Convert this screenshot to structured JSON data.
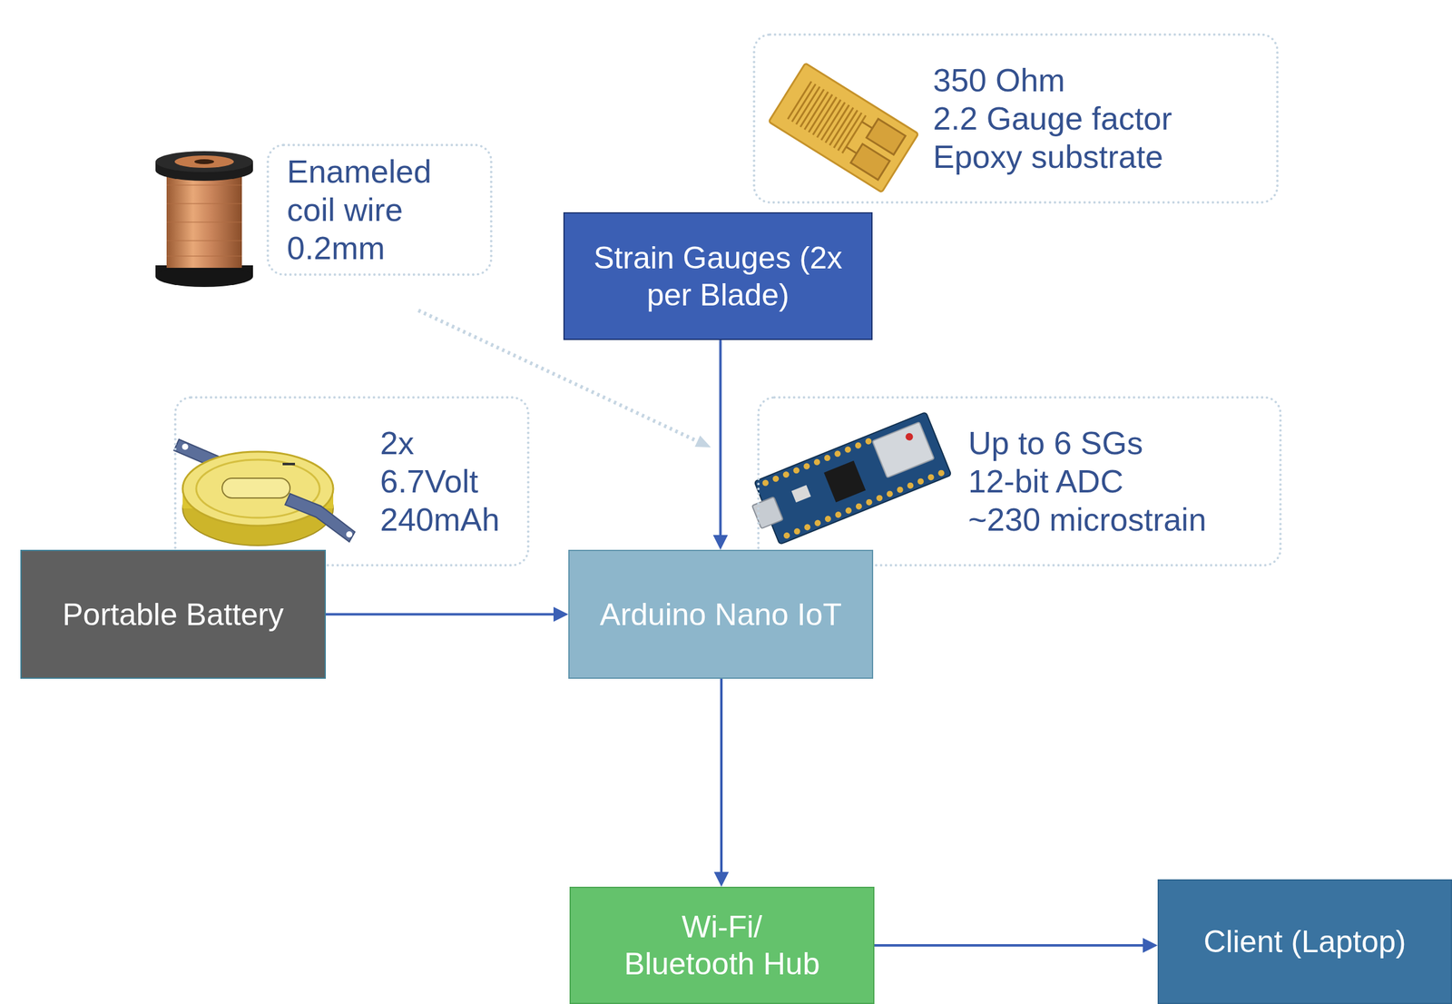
{
  "diagram": {
    "nodes": [
      {
        "text": [
          "350 Ohm",
          "2.2 Gauge factor",
          "Epoxy substrate"
        ]
      },
      {
        "text": [
          "Enameled coil wire",
          "0.2mm"
        ]
      },
      {
        "text": [
          "Strain Gauges (2x per Blade)"
        ]
      },
      {
        "text": [
          "2x",
          "6.7Volt",
          "240mAh"
        ]
      },
      {
        "text": [
          "Up to 6 SGs",
          "12-bit ADC",
          "~230 microstrain"
        ]
      },
      {
        "text": [
          "Portable Battery"
        ]
      },
      {
        "text": [
          "Arduino Nano IoT"
        ]
      },
      {
        "text": [
          "Wi-Fi/ Bluetooth Hub"
        ]
      },
      {
        "text": [
          "Client (Laptop)"
        ]
      }
    ],
    "edges": [
      {
        "from": 2,
        "to": 6,
        "arrow": "to"
      },
      {
        "from": 5,
        "to": 6,
        "arrow": "to"
      },
      {
        "from": 6,
        "to": 7,
        "arrow": "to"
      },
      {
        "from": 7,
        "to": 8,
        "arrow": "to"
      }
    ]
  }
}
